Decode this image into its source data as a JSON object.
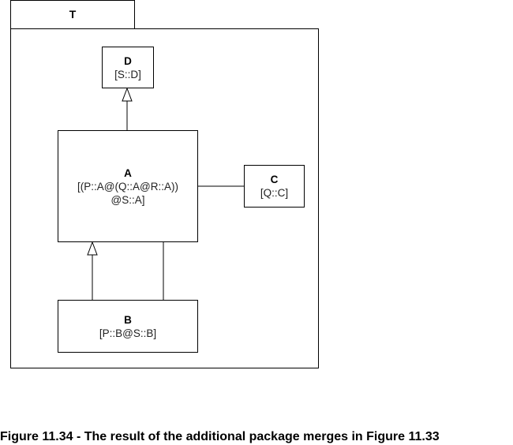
{
  "package": {
    "name": "T"
  },
  "classes": {
    "d": {
      "name": "D",
      "merge": "[S::D]"
    },
    "a": {
      "name": "A",
      "merge_line1": "[(P::A@(Q::A@R::A))",
      "merge_line2": "@S::A]"
    },
    "c": {
      "name": "C",
      "merge": "[Q::C]"
    },
    "b": {
      "name": "B",
      "merge": "[P::B@S::B]"
    }
  },
  "caption": "Figure 11.34 - The result of the additional package merges in Figure 11.33"
}
